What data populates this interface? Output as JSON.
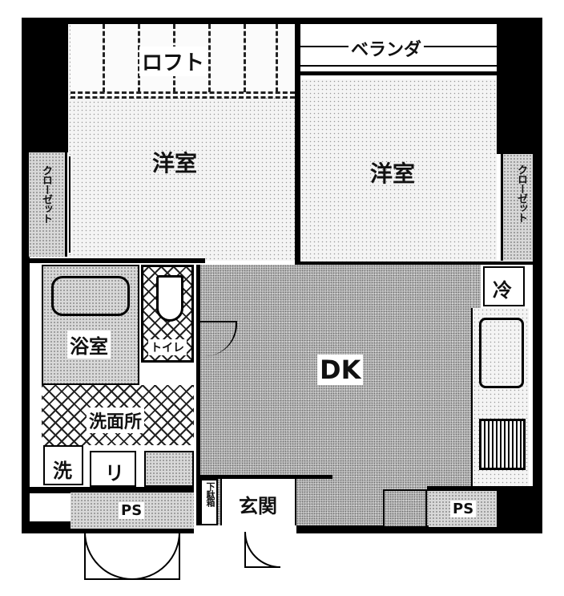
{
  "floorplan": {
    "rooms": {
      "loft": "ロフト",
      "veranda": "ベランダ",
      "western_room_left": "洋室",
      "western_room_right": "洋室",
      "closet_left": "クローゼット",
      "closet_right": "クローゼット",
      "bathroom": "浴室",
      "toilet": "トイレ",
      "washroom": "洗面所",
      "dining_kitchen": "DK",
      "entrance": "玄関",
      "shoe_box": "下駄箱",
      "pipe_space_left": "PS",
      "pipe_space_right": "PS"
    },
    "fixtures": {
      "washing_machine": "洗",
      "linen": "リ",
      "refrigerator": "冷"
    },
    "colors": {
      "wall": "#000000",
      "floor_dots": "#f4f4f4",
      "dk_floor": "#bdbdbd",
      "tile": "#ffffff"
    }
  }
}
